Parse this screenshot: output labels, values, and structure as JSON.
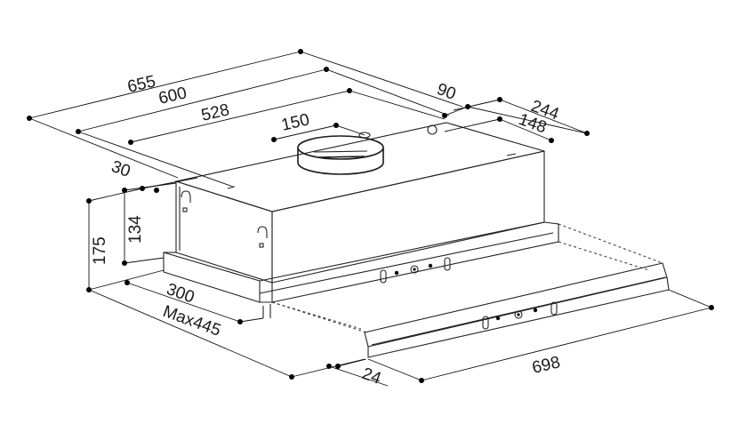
{
  "diagram": {
    "dimensions": {
      "d655": "655",
      "d600": "600",
      "d528": "528",
      "d90": "90",
      "d244": "244",
      "d148": "148",
      "d150": "150",
      "d30": "30",
      "d134": "134",
      "d175": "175",
      "d300": "300",
      "dmax445": "Max445",
      "d24": "24",
      "d698": "698"
    },
    "colors": {
      "line": "#222222",
      "background": "#ffffff"
    }
  }
}
